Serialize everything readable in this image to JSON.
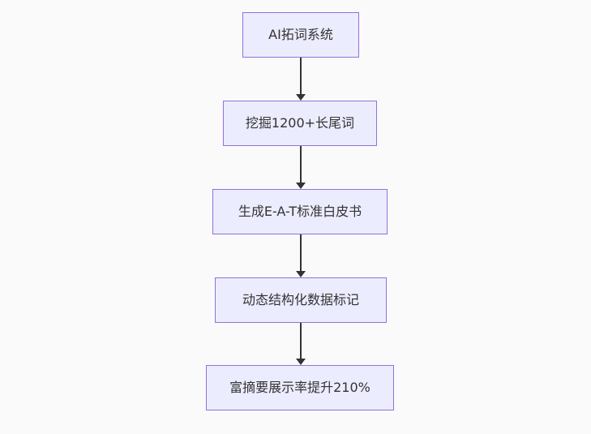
{
  "flowchart": {
    "type": "vertical-flowchart",
    "colors": {
      "background": "#fafafa",
      "node_fill": "#ECECFF",
      "node_border": "#9370DB",
      "node_text": "#333333",
      "edge": "#333333"
    },
    "nodes": [
      {
        "label": "AI拓词系统"
      },
      {
        "label": "挖掘1200+长尾词"
      },
      {
        "label": "生成E-A-T标准白皮书"
      },
      {
        "label": "动态结构化数据标记"
      },
      {
        "label": "富摘要展示率提升210%"
      }
    ],
    "edges": [
      {
        "from": "AI拓词系统",
        "to": "挖掘1200+长尾词",
        "arrow": "down"
      },
      {
        "from": "挖掘1200+长尾词",
        "to": "生成E-A-T标准白皮书",
        "arrow": "down"
      },
      {
        "from": "生成E-A-T标准白皮书",
        "to": "动态结构化数据标记",
        "arrow": "down"
      },
      {
        "from": "动态结构化数据标记",
        "to": "富摘要展示率提升210%",
        "arrow": "down"
      }
    ]
  }
}
